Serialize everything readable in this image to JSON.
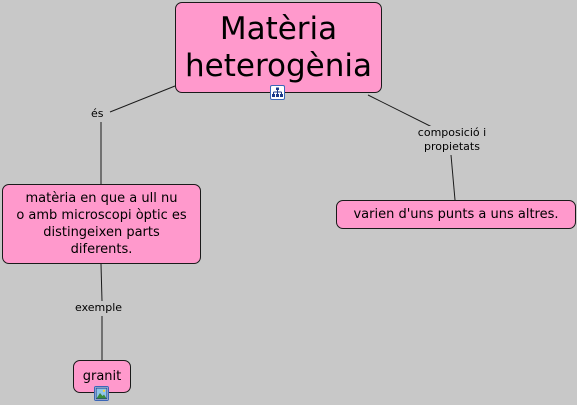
{
  "colors": {
    "background": "#c8c8c8",
    "node_fill": "#ff99cc",
    "node_border": "#1a1a1a",
    "link": "#1a1a1a"
  },
  "nodes": {
    "main": {
      "text": "Matèria\nheterogènia"
    },
    "definition": {
      "text": "matèria en que a ull nu\no amb microscopi òptic es\ndistingeixen parts\ndiferents."
    },
    "properties": {
      "text": "varien d'uns punts a uns altres."
    },
    "example": {
      "text": "granit"
    }
  },
  "links": {
    "is": {
      "label": "és"
    },
    "composition": {
      "label": "composició i\npropietats"
    },
    "example": {
      "label": "exemple"
    }
  },
  "icons": {
    "submap": "concept-map-icon",
    "image": "image-icon"
  }
}
